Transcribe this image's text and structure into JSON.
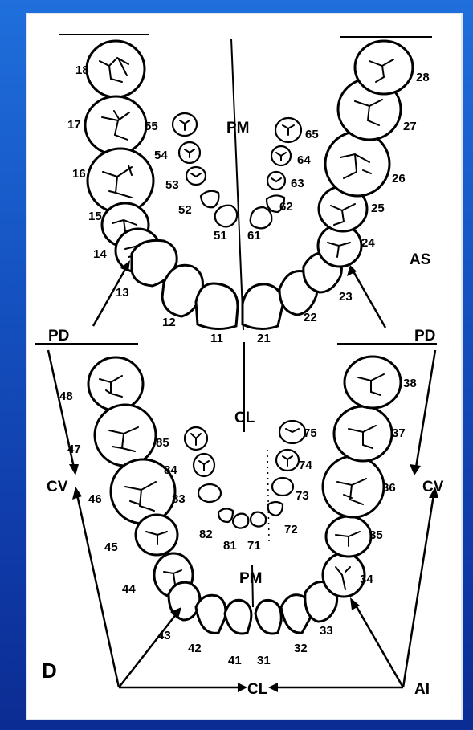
{
  "panel_letter": "D",
  "upper_labels": {
    "center": "PM",
    "right_side": "AS",
    "arrow_left": "PD",
    "arrow_right": "PD"
  },
  "lower_labels": {
    "center_top": "CL",
    "center_bottom": "PM",
    "left_side": "CV",
    "right_side": "CV",
    "bottom_center": "CL",
    "bottom_right": "AI"
  },
  "upper_permanent": [
    "18",
    "17",
    "16",
    "15",
    "14",
    "13",
    "12",
    "11",
    "21",
    "22",
    "23",
    "24",
    "25",
    "26",
    "27",
    "28"
  ],
  "upper_primary": [
    "55",
    "54",
    "53",
    "52",
    "51",
    "61",
    "62",
    "63",
    "64",
    "65"
  ],
  "lower_permanent": [
    "48",
    "47",
    "46",
    "45",
    "44",
    "43",
    "42",
    "41",
    "31",
    "32",
    "33",
    "34",
    "35",
    "36",
    "37",
    "38"
  ],
  "lower_primary": [
    "85",
    "84",
    "83",
    "82",
    "81",
    "71",
    "72",
    "73",
    "74",
    "75"
  ]
}
